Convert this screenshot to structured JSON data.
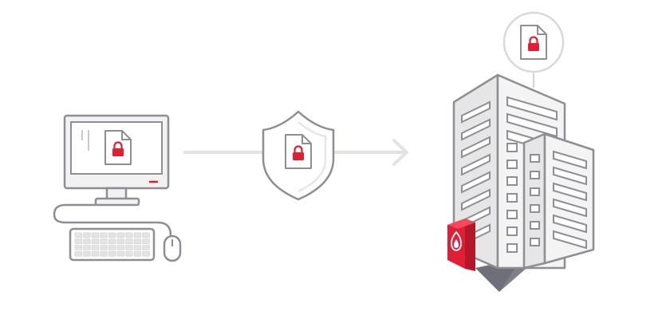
{
  "diagram": {
    "nodes": [
      {
        "id": "computer",
        "icon": "desktop-computer-icon"
      },
      {
        "id": "shield",
        "icon": "shield-icon"
      },
      {
        "id": "data-center",
        "icon": "office-building-icon"
      }
    ],
    "edges": [
      {
        "from": "computer",
        "to": "shield",
        "style": "line"
      },
      {
        "from": "shield",
        "to": "data-center",
        "style": "arrow"
      }
    ],
    "encrypted_file_icon": "locked-file-icon",
    "badge_icon": "flame-logo-icon"
  },
  "colors": {
    "outline": "#8e8e95",
    "connector": "#e3e3e3",
    "accent_red": "#e01f35",
    "building_fill": "#f4f4f4",
    "building_shade": "#e4e4e4",
    "shadow": "#7f7f8a",
    "background": "#ffffff"
  }
}
